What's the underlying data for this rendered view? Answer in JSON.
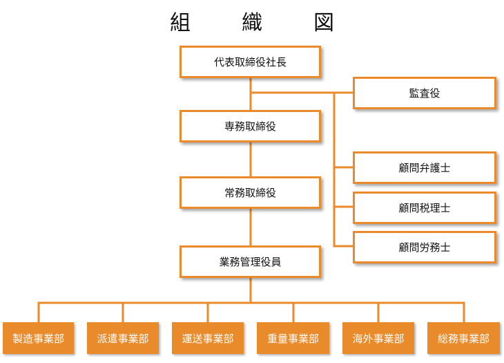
{
  "title": "組　織　図",
  "colors": {
    "accent": "#ea8a2b",
    "dept_fill": "#e98a2b"
  },
  "nodes": {
    "president": "代表取締役社長",
    "auditor": "監査役",
    "senior_director": "専務取締役",
    "managing_director": "常務取締役",
    "advisor_lawyer": "顧問弁護士",
    "advisor_tax": "顧問税理士",
    "advisor_labor": "顧問労務士",
    "management_officer": "業務管理役員"
  },
  "departments": [
    "製造事業部",
    "派遣事業部",
    "運送事業部",
    "重量事業部",
    "海外事業部",
    "総務事業部"
  ]
}
